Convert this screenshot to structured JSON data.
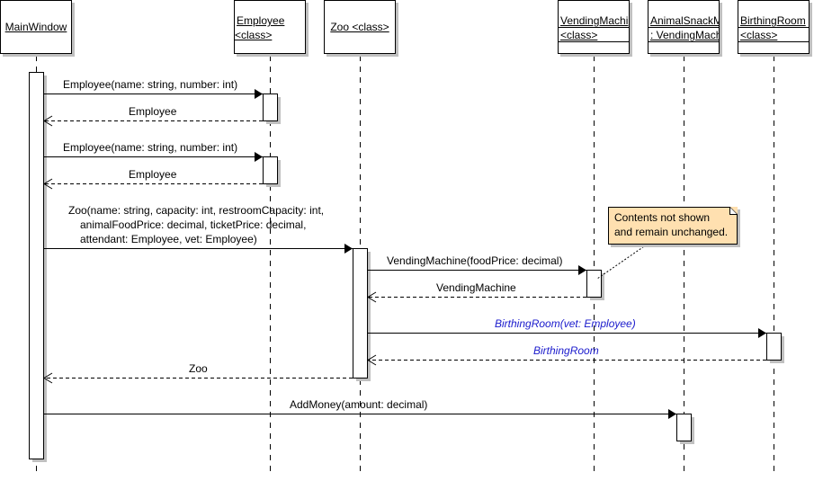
{
  "diagram": {
    "type": "UML sequence diagram",
    "lifelines": [
      {
        "id": "mainwindow",
        "line1": "MainWindow",
        "line2": ""
      },
      {
        "id": "employee",
        "line1": "Employee",
        "line2": "<class>"
      },
      {
        "id": "zoo",
        "line1": "Zoo <class>",
        "line2": ""
      },
      {
        "id": "vendingmachine",
        "line1": "VendingMachi",
        "line2": "<class>"
      },
      {
        "id": "animalsnack",
        "line1": "AnimalSnackM",
        "line2": ": VendingMach"
      },
      {
        "id": "birthingroom",
        "line1": "BirthingRoom",
        "line2": "<class>"
      }
    ],
    "messages": [
      {
        "from": "mainwindow",
        "to": "employee",
        "kind": "call",
        "label": "Employee(name: string, number: int)"
      },
      {
        "from": "employee",
        "to": "mainwindow",
        "kind": "return",
        "label": "Employee"
      },
      {
        "from": "mainwindow",
        "to": "employee",
        "kind": "call",
        "label": "Employee(name: string, number: int)"
      },
      {
        "from": "employee",
        "to": "mainwindow",
        "kind": "return",
        "label": "Employee"
      },
      {
        "from": "mainwindow",
        "to": "zoo",
        "kind": "call",
        "label_lines": [
          "Zoo(name: string, capacity: int, restroomCapacity: int,",
          "animalFoodPrice: decimal, ticketPrice: decimal,",
          "attendant: Employee, vet: Employee)"
        ]
      },
      {
        "from": "zoo",
        "to": "vendingmachine",
        "kind": "call",
        "label": "VendingMachine(foodPrice: decimal)"
      },
      {
        "from": "vendingmachine",
        "to": "zoo",
        "kind": "return",
        "label": "VendingMachine"
      },
      {
        "from": "zoo",
        "to": "birthingroom",
        "kind": "call",
        "label": "BirthingRoom(vet: Employee)",
        "highlight": true
      },
      {
        "from": "birthingroom",
        "to": "zoo",
        "kind": "return",
        "label": "BirthingRoom",
        "highlight": true
      },
      {
        "from": "zoo",
        "to": "mainwindow",
        "kind": "return",
        "label": "Zoo"
      },
      {
        "from": "mainwindow",
        "to": "animalsnack",
        "kind": "call",
        "label": "AddMoney(amount: decimal)"
      }
    ],
    "note": {
      "lines": [
        "Contents not shown",
        "and remain unchanged."
      ],
      "attached_to": "vendingmachine"
    },
    "colors": {
      "highlight_text": "#1a1acc",
      "note_fill": "#ffe0b0",
      "shadow": "#c0c0c0"
    }
  }
}
